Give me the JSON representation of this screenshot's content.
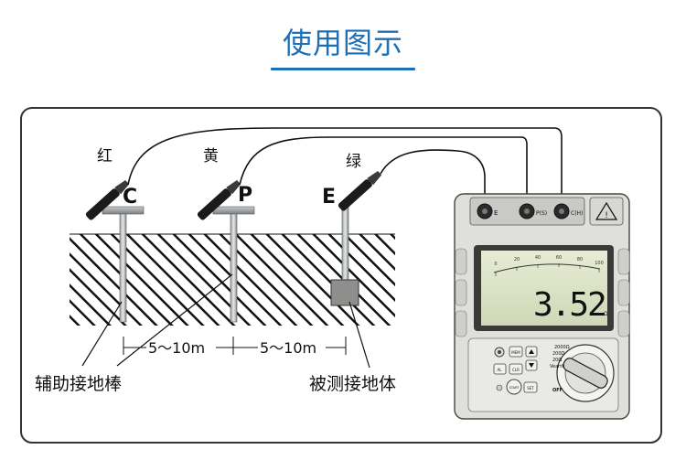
{
  "title": "使用图示",
  "electrodes": {
    "c": {
      "wire_color": "红",
      "letter": "C"
    },
    "p": {
      "wire_color": "黄",
      "letter": "P"
    },
    "e": {
      "wire_color": "绿",
      "letter": "E"
    }
  },
  "spacing": {
    "first": "5～10m",
    "second": "5～10m"
  },
  "captions": {
    "aux": "辅助接地棒",
    "measured": "被测接地体"
  },
  "meter": {
    "terminals": [
      "E",
      "P(S)",
      "C(H)"
    ],
    "reading": "3.52",
    "unit": "Ω",
    "buttons": [
      "MEM",
      "AL",
      "CLR",
      "START",
      "SET"
    ],
    "ranges": [
      "2000Ω",
      "200Ω",
      "20Ω",
      "Vearth",
      "OFF"
    ],
    "scale": [
      "0",
      "20",
      "40",
      "60",
      "80",
      "100"
    ]
  },
  "colors": {
    "accent": "#1d6fb6",
    "frame": "#333333",
    "meter_body": "#dfe0dc"
  }
}
